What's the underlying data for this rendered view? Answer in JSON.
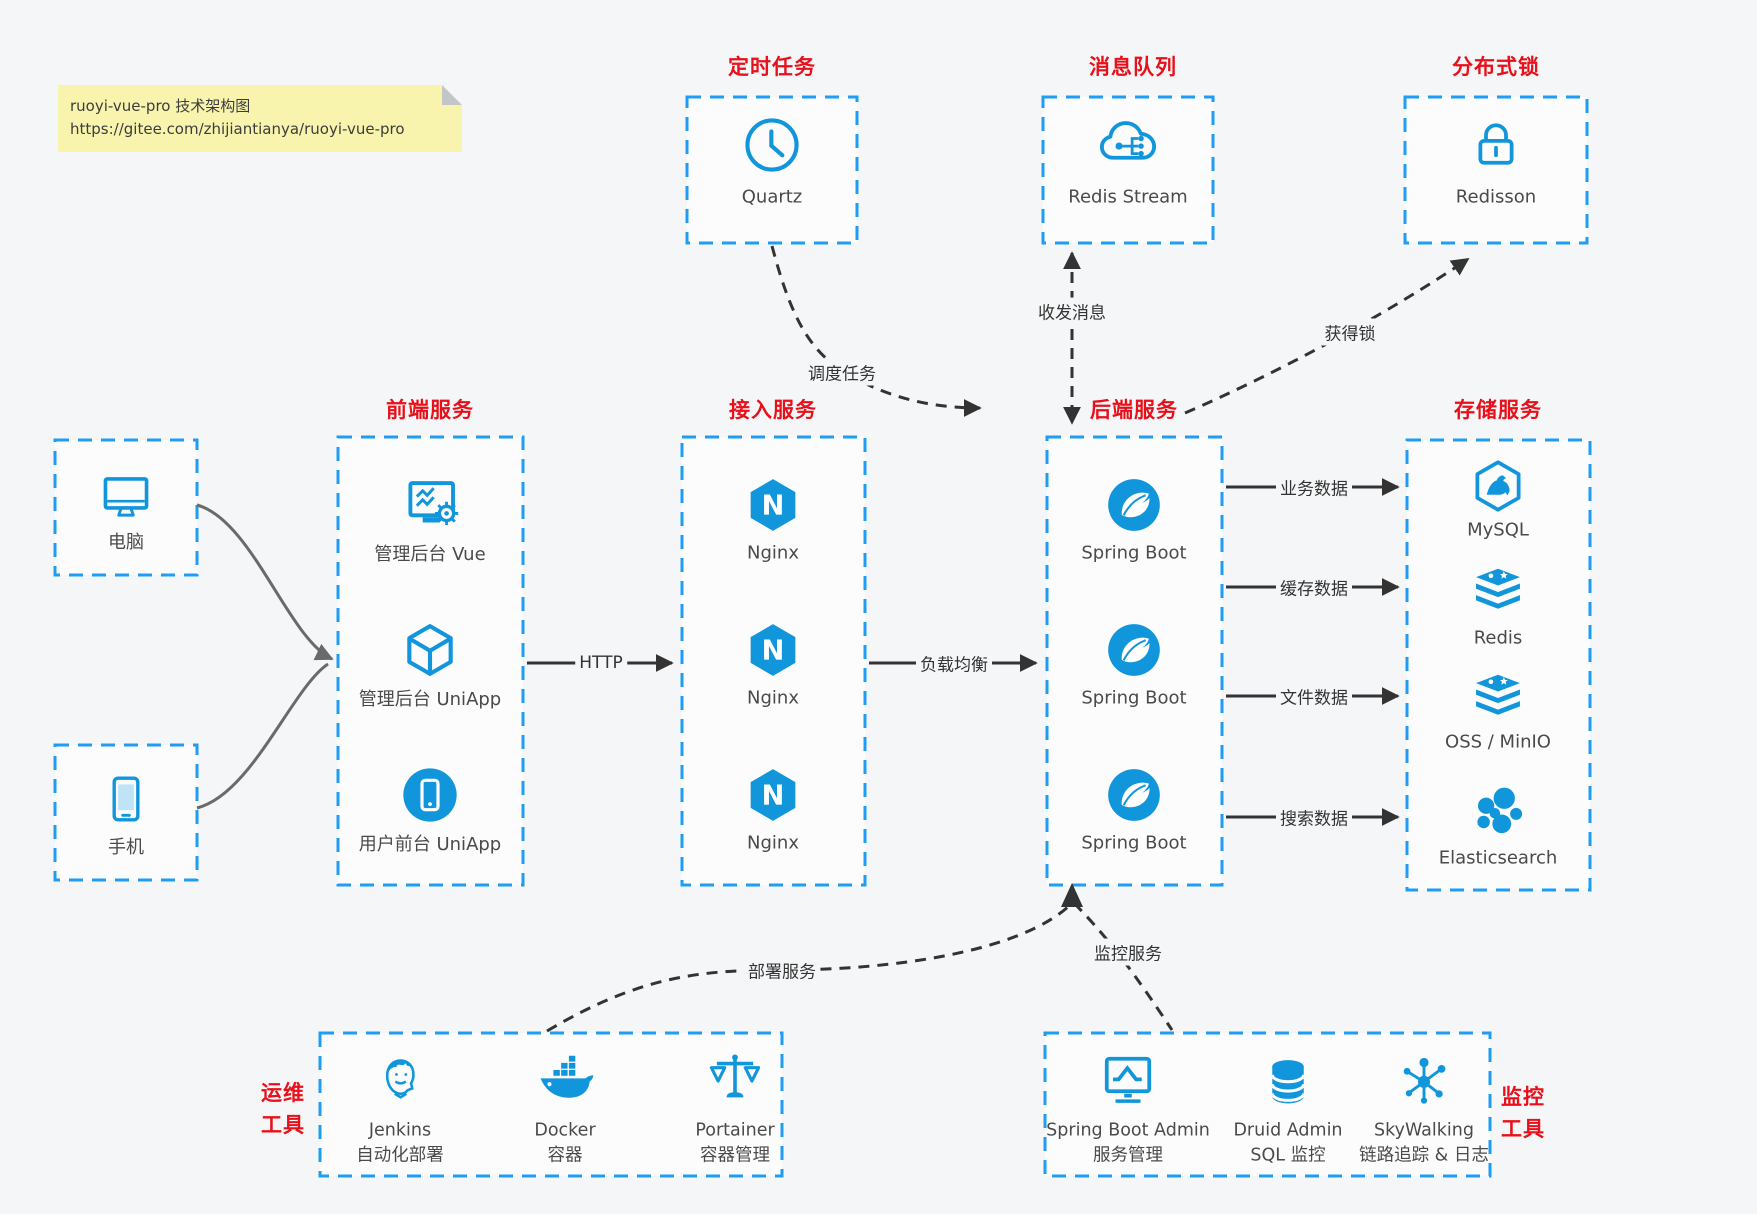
{
  "note": {
    "line1": "ruoyi-vue-pro 技术架构图",
    "line2": "https://gitee.com/zhijiantianya/ruoyi-vue-pro"
  },
  "groups": {
    "scheduler": {
      "title": "定时任务",
      "item": "Quartz"
    },
    "mq": {
      "title": "消息队列",
      "item": "Redis Stream"
    },
    "lock": {
      "title": "分布式锁",
      "item": "Redisson"
    },
    "clients": {
      "pc": "电脑",
      "phone": "手机"
    },
    "frontend": {
      "title": "前端服务",
      "items": [
        "管理后台 Vue",
        "管理后台 UniApp",
        "用户前台 UniApp"
      ]
    },
    "gateway": {
      "title": "接入服务",
      "items": [
        "Nginx",
        "Nginx",
        "Nginx"
      ]
    },
    "backend": {
      "title": "后端服务",
      "items": [
        "Spring Boot",
        "Spring Boot",
        "Spring Boot"
      ]
    },
    "storage": {
      "title": "存储服务",
      "items": [
        "MySQL",
        "Redis",
        "OSS / MinIO",
        "Elasticsearch"
      ]
    },
    "ops": {
      "title": [
        "运维",
        "工具"
      ],
      "items": [
        [
          "Jenkins",
          "自动化部署"
        ],
        [
          "Docker",
          "容器"
        ],
        [
          "Portainer",
          "容器管理"
        ]
      ]
    },
    "monitoring": {
      "title": [
        "监控",
        "工具"
      ],
      "items": [
        [
          "Spring Boot Admin",
          "服务管理"
        ],
        [
          "Druid Admin",
          "SQL 监控"
        ],
        [
          "SkyWalking",
          "链路追踪 & 日志"
        ]
      ]
    }
  },
  "edges": {
    "http": "HTTP",
    "load_balance": "负载均衡",
    "schedule": "调度任务",
    "message": "收发消息",
    "acquire_lock": "获得锁",
    "business_data": "业务数据",
    "cache_data": "缓存数据",
    "file_data": "文件数据",
    "search_data": "搜索数据",
    "deploy": "部署服务",
    "monitor": "监控服务"
  },
  "colors": {
    "accent": "#1296db",
    "dash_border": "#1e9df2",
    "title_red": "#e8101a",
    "note_bg": "#f9f4ad"
  }
}
